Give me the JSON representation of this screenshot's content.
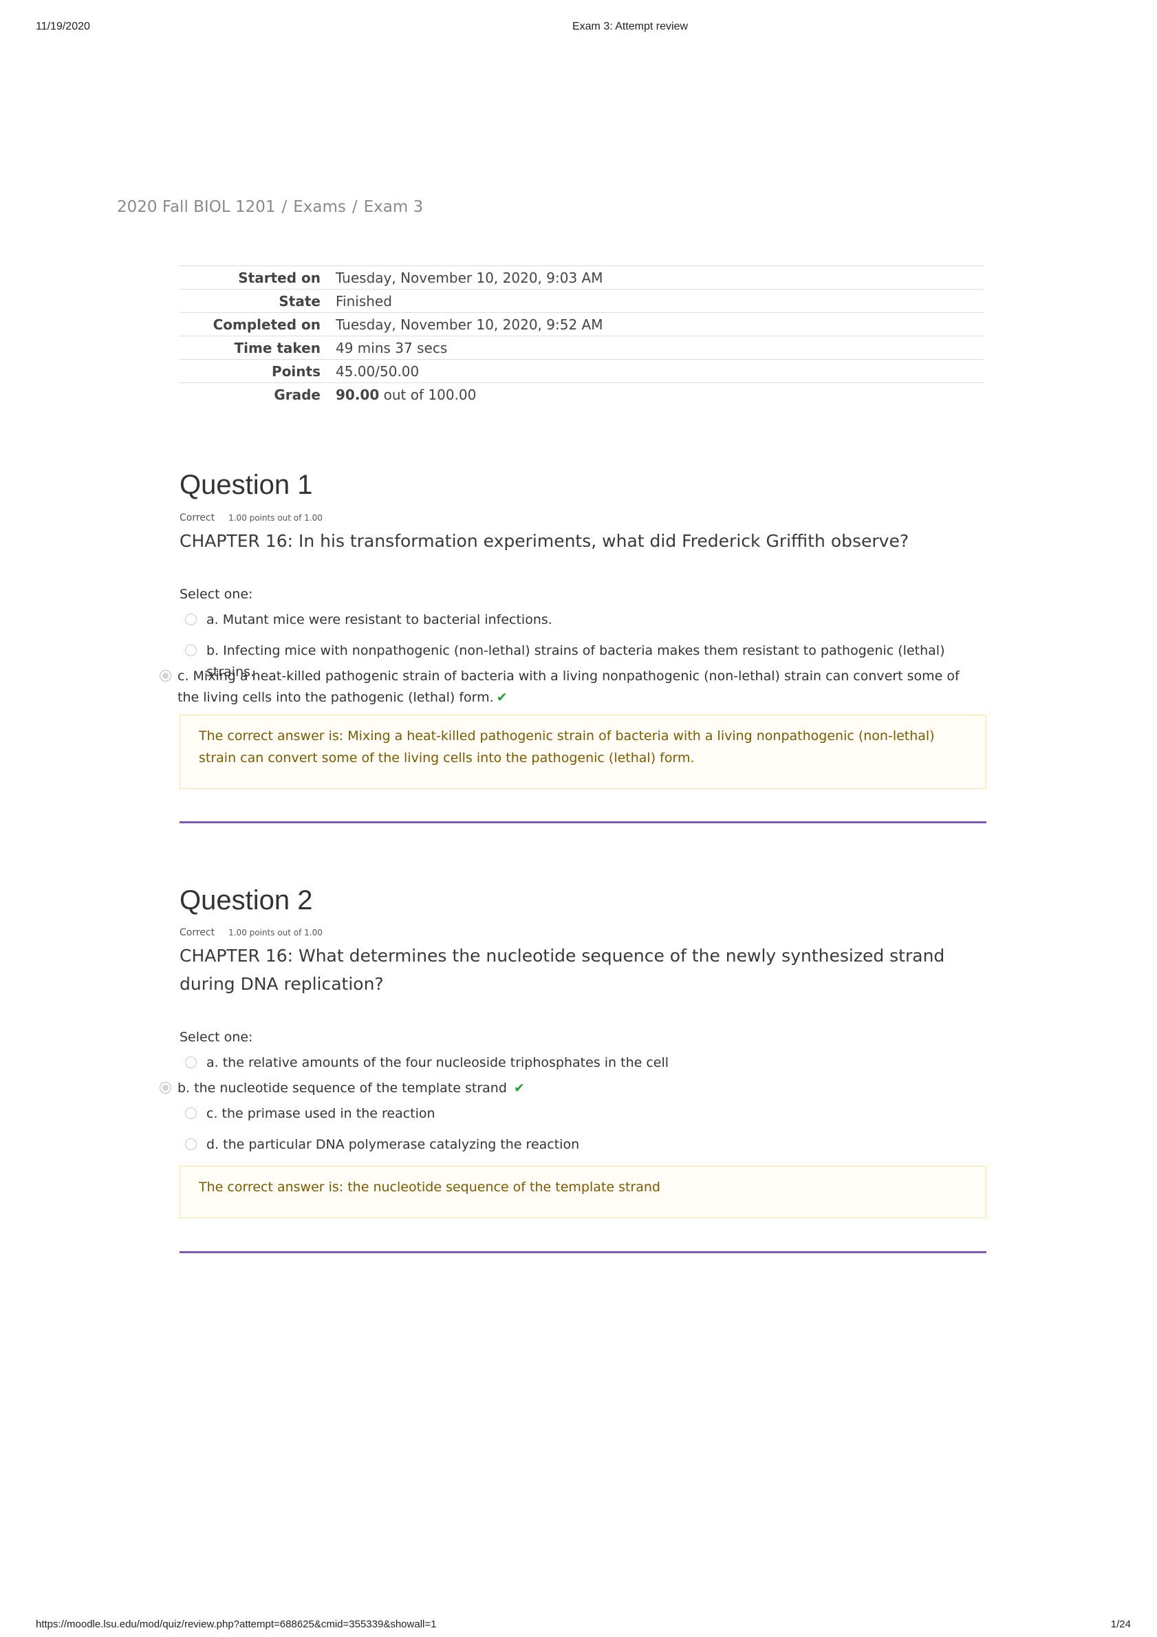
{
  "print_header": {
    "date": "11/19/2020",
    "title": "Exam 3: Attempt review"
  },
  "breadcrumb": [
    "2020 Fall BIOL 1201",
    "Exams",
    "Exam 3"
  ],
  "summary": [
    {
      "label": "Started on",
      "value": "Tuesday, November 10, 2020, 9:03 AM"
    },
    {
      "label": "State",
      "value": "Finished"
    },
    {
      "label": "Completed on",
      "value": "Tuesday, November 10, 2020, 9:52 AM"
    },
    {
      "label": "Time taken",
      "value": "49 mins 37 secs"
    },
    {
      "label": "Points",
      "value": "45.00/50.00"
    },
    {
      "label": "Grade",
      "value_bold": "90.00",
      "value_rest": " out of 100.00"
    }
  ],
  "questions": [
    {
      "title": "Question  1",
      "state": "Correct",
      "points": "1.00 points out of 1.00",
      "text": "CHAPTER 16: In his transformation experiments, what did Frederick Griffith observe?",
      "select_label": "Select one:",
      "options": [
        "a. Mutant mice were resistant to bacterial infections.",
        "b. Infecting mice with nonpathogenic (non-lethal) strains of bacteria makes them resistant to pathogenic (lethal) strains.",
        "c. Mixing a heat-killed pathogenic strain of bacteria with a living nonpathogenic (non-lethal) strain can convert some of the living cells into the pathogenic (lethal) form."
      ],
      "feedback": "The correct answer is: Mixing a heat-killed pathogenic strain of bacteria with a living nonpathogenic (non-lethal) strain can convert some of the living cells into the pathogenic (lethal) form."
    },
    {
      "title": "Question 2",
      "state": "Correct",
      "points": "1.00 points out of 1.00",
      "text": "CHAPTER 16: What determines the nucleotide sequence of the newly synthesized strand during DNA replication?",
      "select_label": "Select one:",
      "options": [
        "a. the relative amounts of the four nucleoside triphosphates in the cell",
        "b. the nucleotide sequence of the template strand",
        "c. the primase used in the reaction",
        "d. the particular DNA polymerase catalyzing the reaction"
      ],
      "feedback": "The correct answer is: the nucleotide sequence of the template strand"
    }
  ],
  "check_glyph": "✔",
  "accent_color": "#7c5aa6",
  "correct_color": "#2e9d3c",
  "print_footer": {
    "url": "https://moodle.lsu.edu/mod/quiz/review.php?attempt=688625&cmid=355339&showall=1",
    "page": "1/24"
  }
}
